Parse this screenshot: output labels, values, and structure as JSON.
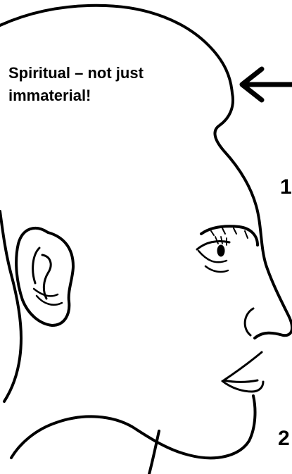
{
  "caption": {
    "line1": "Spiritual – not just",
    "line2": "immaterial!"
  },
  "cut_off_markers": {
    "first": "1",
    "second": "2"
  },
  "colors": {
    "ink": "#000000",
    "background": "#ffffff"
  },
  "icons": [
    "left-arrow-icon"
  ]
}
